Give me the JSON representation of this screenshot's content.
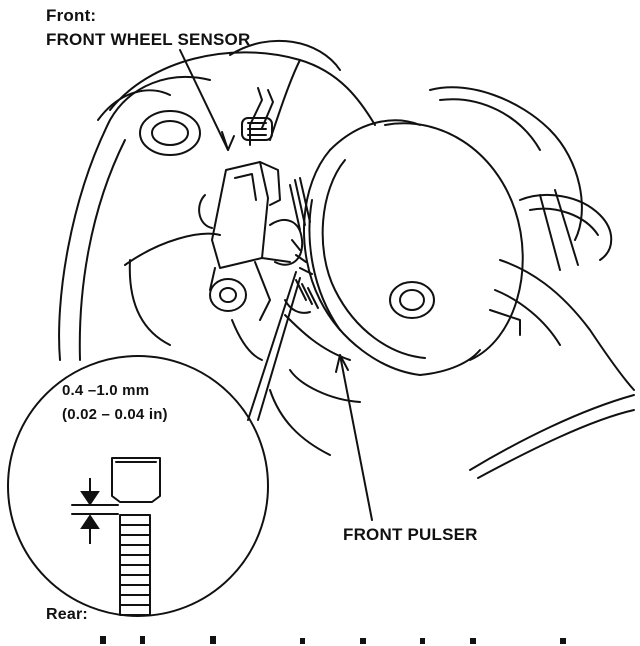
{
  "labels": {
    "front": "Front:",
    "front_wheel_sensor": "FRONT WHEEL SENSOR",
    "gap_mm": "0.4 –1.0 mm",
    "gap_in": "(0.02 – 0.04 in)",
    "front_pulser": "FRONT PULSER",
    "rear": "Rear:"
  },
  "colors": {
    "ink": "#111111",
    "paper": "#ffffff"
  }
}
